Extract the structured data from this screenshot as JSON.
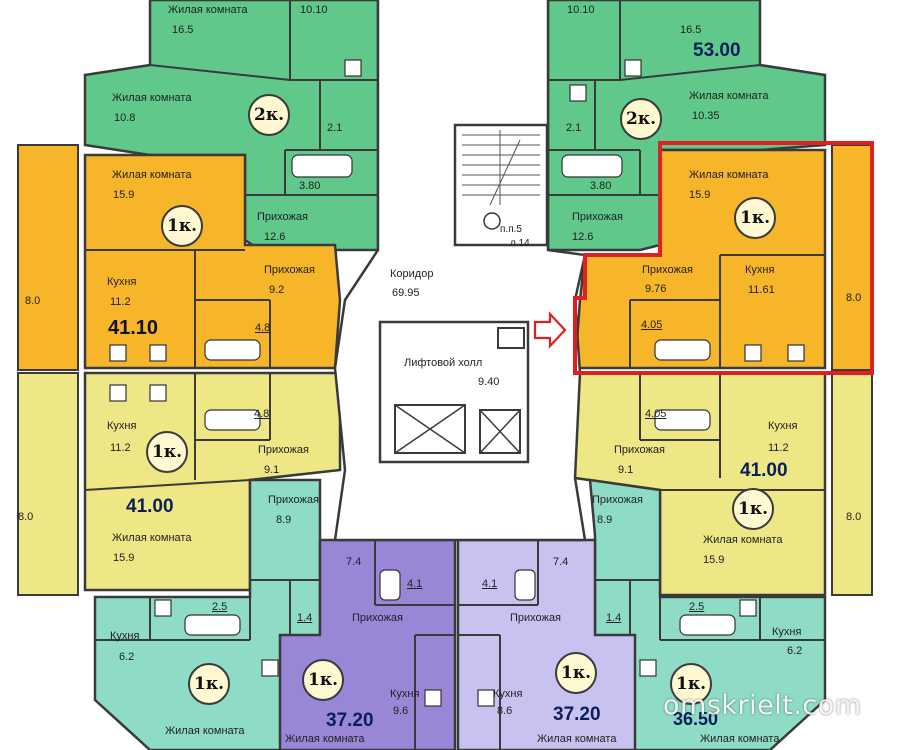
{
  "colors": {
    "green_2k": "#5fc88a",
    "orange_1k": "#f7b52a",
    "yellow_1k": "#eee786",
    "teal_1k": "#8fdcc6",
    "purple_1k": "#9a86d6",
    "lavender_1k": "#c7c2ef",
    "walls": "#3a3a3a",
    "highlight": "#e02020",
    "arrow": "#e02020"
  },
  "plan": {
    "corridor_label": "Коридор",
    "corridor_area": "69.95",
    "lift_hall_label": "Лифтовой холл",
    "lift_hall_area": "9.40",
    "stair_label": "п.п.5",
    "stair_label2": "л.14"
  },
  "apartments": {
    "tl_2k": {
      "badge": "2к.",
      "living1_label": "Жилая комната",
      "living1_area": "16.5",
      "top_area": "10.10",
      "living2_label": "Жилая комната",
      "living2_area": "10.8",
      "wc_area": "2.1",
      "bath_area": "3.80",
      "hall_label": "Прихожая",
      "hall_area": "12.6"
    },
    "tr_2k": {
      "badge": "2к.",
      "total": "53.00",
      "top_area": "10.10",
      "living1_area": "16.5",
      "living2_label": "Жилая комната",
      "living2_area": "10.35",
      "wc_area": "2.1",
      "bath_area": "3.80",
      "hall_label": "Прихожая",
      "hall_area": "12.6"
    },
    "l_orange": {
      "badge": "1к.",
      "total": "41.10",
      "living_label": "Жилая комната",
      "living_area": "15.9",
      "kitchen_label": "Кухня",
      "kitchen_area": "11.2",
      "hall_label": "Прихожая",
      "hall_area": "9.2",
      "bath_area": "4.8",
      "balcony_area": "8.0"
    },
    "r_orange": {
      "badge": "1к.",
      "living_label": "Жилая комната",
      "living_area": "15.9",
      "kitchen_label": "Кухня",
      "kitchen_area": "11.61",
      "hall_label": "Прихожая",
      "hall_area": "9.76",
      "bath_area": "4.05",
      "balcony_area": "8.0"
    },
    "l_yellow": {
      "badge": "1к.",
      "total": "41.00",
      "kitchen_label": "Кухня",
      "kitchen_area": "11.2",
      "bath_area": "4.8",
      "hall_label": "Прихожая",
      "hall_area": "9.1",
      "living_label": "Жилая комната",
      "living_area": "15.9",
      "balcony_area": "8.0"
    },
    "r_yellow": {
      "badge": "1к.",
      "total": "41.00",
      "bath_area": "4.05",
      "kitchen_label": "Кухня",
      "kitchen_area": "11.2",
      "hall_label": "Прихожая",
      "hall_area": "9.1",
      "living_label": "Жилая комната",
      "living_area": "15.9",
      "balcony_area": "8.0"
    },
    "bl_teal": {
      "badge": "1к.",
      "hall_label": "Прихожая",
      "hall_area": "8.9",
      "bath_area": "2.5",
      "wc_area": "1.4",
      "kitchen_label": "Кухня",
      "kitchen_area": "6.2",
      "living_label": "Жилая комната"
    },
    "br_teal": {
      "badge": "1к.",
      "total": "36.50",
      "hall_label": "Прихожая",
      "hall_area": "8.9",
      "bath_area": "2.5",
      "wc_area": "1.4",
      "kitchen_label": "Кухня",
      "kitchen_area": "6.2",
      "living_label": "Жилая комната"
    },
    "bc_purple": {
      "badge": "1к.",
      "total": "37.20",
      "top_area": "7.4",
      "bath_area": "4.1",
      "hall_label": "Прихожая",
      "kitchen_label": "Кухня",
      "kitchen_area": "9.6",
      "living_label": "Жилая комната"
    },
    "bc_lavender": {
      "badge": "1к.",
      "total": "37.20",
      "top_area": "7.4",
      "bath_area": "4.1",
      "hall_label": "Прихожая",
      "kitchen_label": "Кухня",
      "kitchen_area": "8.6",
      "living_label": "Жилая комната"
    }
  },
  "watermark": "omskrielt.com"
}
